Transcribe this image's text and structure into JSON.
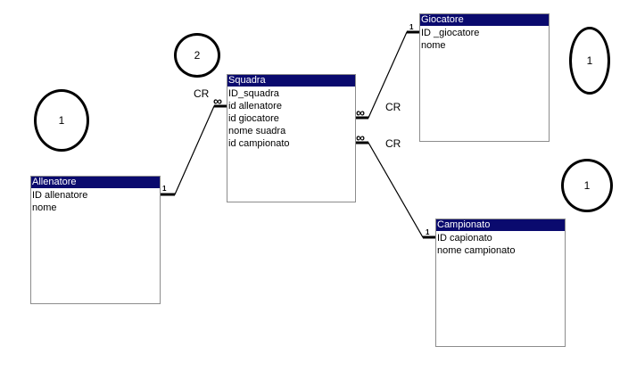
{
  "tables": {
    "squadra": {
      "title": "Squadra",
      "fields": [
        "ID_squadra",
        "id  allenatore",
        "id  giocatore",
        "nome  suadra",
        "id  campionato"
      ]
    },
    "giocatore": {
      "title": "Giocatore",
      "fields": [
        "ID _giocatore",
        "nome"
      ]
    },
    "allenatore": {
      "title": "Allenatore",
      "fields": [
        "ID  allenatore",
        "nome"
      ]
    },
    "campionato": {
      "title": "Campionato",
      "fields": [
        "ID  capionato",
        "nome  campionato"
      ]
    }
  },
  "relationship_labels": {
    "allenatore_squadra": "CR",
    "squadra_giocatore": "CR",
    "squadra_campionato": "CR"
  },
  "cardinality_one": "1",
  "cardinality_many": "∞",
  "annotations": {
    "allenatore": "1",
    "squadra": "2",
    "giocatore": "1",
    "campionato": "1"
  },
  "colors": {
    "title_bar": "#0a0a6e",
    "title_text": "#ffffff",
    "border": "#8c8c8c",
    "line": "#000000"
  }
}
